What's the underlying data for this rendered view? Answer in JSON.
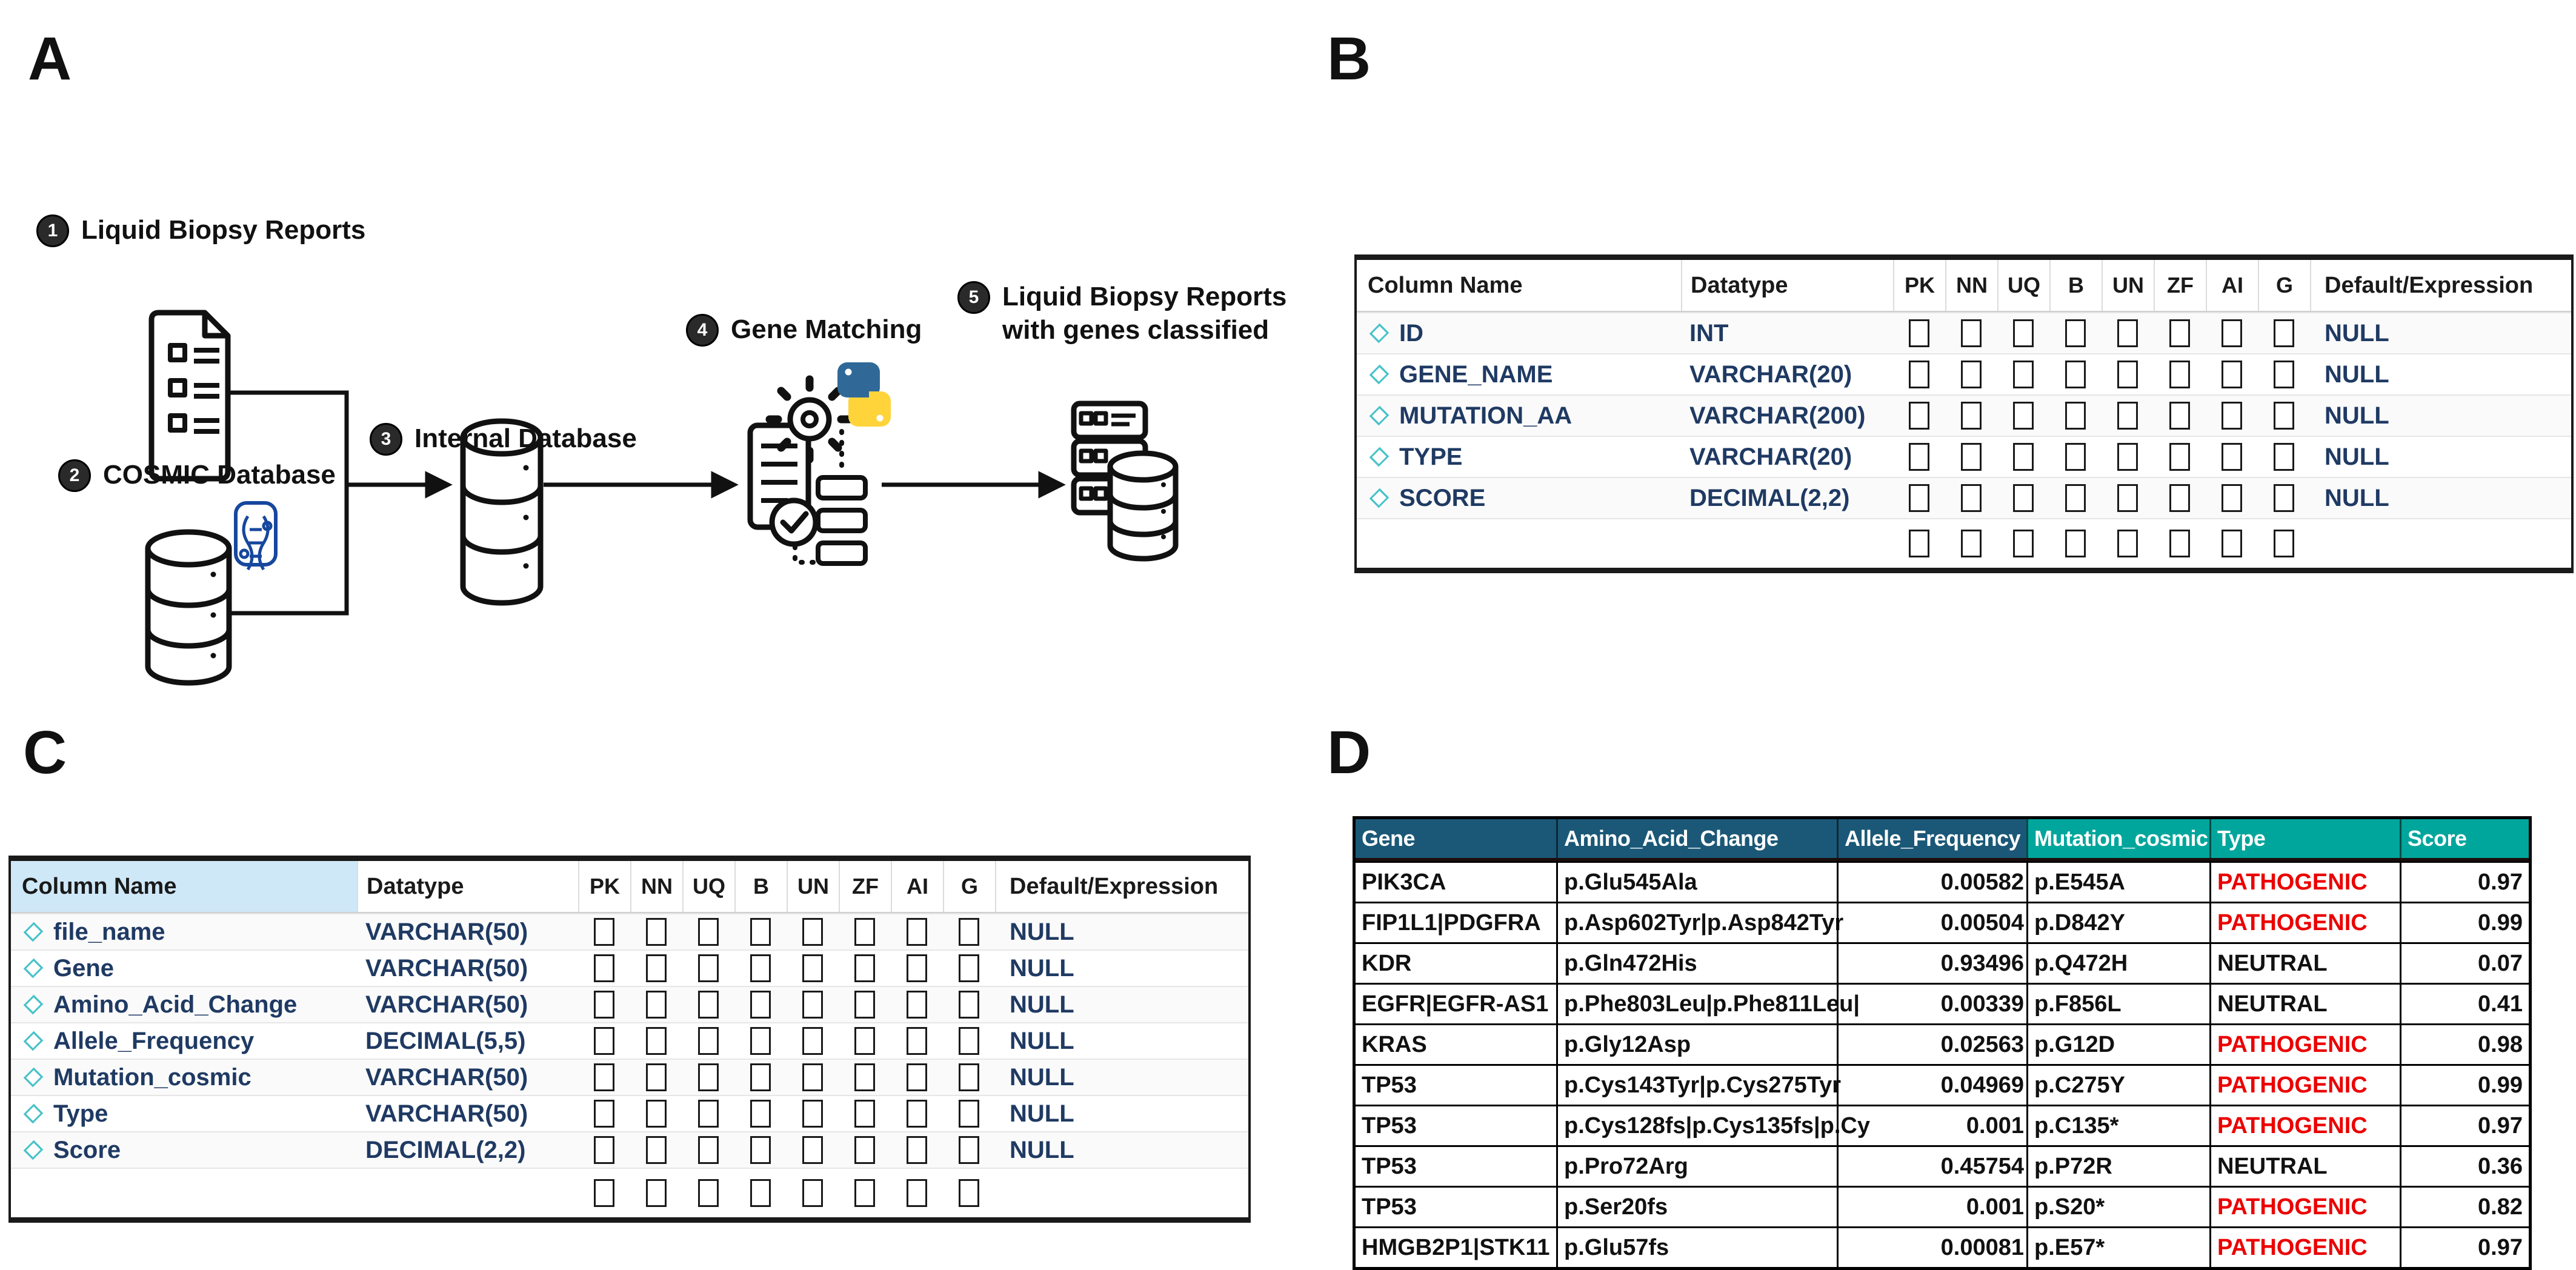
{
  "panel_labels": {
    "a": "A",
    "b": "B",
    "c": "C",
    "d": "D"
  },
  "diagram": {
    "step1_num": "1",
    "step1_label": "Liquid Biopsy Reports",
    "step2_num": "2",
    "step2_label": "COSMIC Database",
    "step3_num": "3",
    "step3_label": "Internal Database",
    "step4_num": "4",
    "step4_label": "Gene Matching",
    "step5_num": "5",
    "step5_label_line1": "Liquid Biopsy Reports",
    "step5_label_line2": "with genes classified",
    "icons": [
      "document-icon",
      "database-cylinder-icon",
      "dna-badge-icon",
      "gear-icon",
      "python-logo-icon",
      "check-circle-icon",
      "flowchart-icon",
      "server-stack-icon"
    ]
  },
  "schema_header": {
    "col_name": "Column Name",
    "datatype": "Datatype",
    "flags": [
      "PK",
      "NN",
      "UQ",
      "B",
      "UN",
      "ZF",
      "AI",
      "G"
    ],
    "default_expr": "Default/Expression"
  },
  "table_b": {
    "rows": [
      {
        "name": "ID",
        "datatype": "INT",
        "default": "NULL"
      },
      {
        "name": "GENE_NAME",
        "datatype": "VARCHAR(20)",
        "default": "NULL"
      },
      {
        "name": "MUTATION_AA",
        "datatype": "VARCHAR(200)",
        "default": "NULL"
      },
      {
        "name": "TYPE",
        "datatype": "VARCHAR(20)",
        "default": "NULL"
      },
      {
        "name": "SCORE",
        "datatype": "DECIMAL(2,2)",
        "default": "NULL"
      }
    ]
  },
  "table_c": {
    "rows": [
      {
        "name": "file_name",
        "datatype": "VARCHAR(50)",
        "default": "NULL"
      },
      {
        "name": "Gene",
        "datatype": "VARCHAR(50)",
        "default": "NULL"
      },
      {
        "name": "Amino_Acid_Change",
        "datatype": "VARCHAR(50)",
        "default": "NULL"
      },
      {
        "name": "Allele_Frequency",
        "datatype": "DECIMAL(5,5)",
        "default": "NULL"
      },
      {
        "name": "Mutation_cosmic",
        "datatype": "VARCHAR(50)",
        "default": "NULL"
      },
      {
        "name": "Type",
        "datatype": "VARCHAR(50)",
        "default": "NULL"
      },
      {
        "name": "Score",
        "datatype": "DECIMAL(2,2)",
        "default": "NULL"
      }
    ]
  },
  "table_d": {
    "headers": [
      "Gene",
      "Amino_Acid_Change",
      "Allele_Frequency",
      "Mutation_cosmic",
      "Type",
      "Score"
    ],
    "rows": [
      {
        "gene": "PIK3CA",
        "amino_acid_change": "p.Glu545Ala",
        "allele_frequency": "0.00582",
        "mutation_cosmic": "p.E545A",
        "type": "PATHOGENIC",
        "type_color": "#eb0000",
        "score": "0.97"
      },
      {
        "gene": "FIP1L1|PDGFRA",
        "amino_acid_change": "p.Asp602Tyr|p.Asp842Tyr",
        "allele_frequency": "0.00504",
        "mutation_cosmic": "p.D842Y",
        "type": "PATHOGENIC",
        "type_color": "#eb0000",
        "score": "0.99"
      },
      {
        "gene": "KDR",
        "amino_acid_change": "p.Gln472His",
        "allele_frequency": "0.93496",
        "mutation_cosmic": "p.Q472H",
        "type": "NEUTRAL",
        "type_color": "#111111",
        "score": "0.07"
      },
      {
        "gene": "EGFR|EGFR-AS1",
        "amino_acid_change": "p.Phe803Leu|p.Phe811Leu|",
        "allele_frequency": "0.00339",
        "mutation_cosmic": "p.F856L",
        "type": "NEUTRAL",
        "type_color": "#111111",
        "score": "0.41"
      },
      {
        "gene": "KRAS",
        "amino_acid_change": "p.Gly12Asp",
        "allele_frequency": "0.02563",
        "mutation_cosmic": "p.G12D",
        "type": "PATHOGENIC",
        "type_color": "#eb0000",
        "score": "0.98"
      },
      {
        "gene": "TP53",
        "amino_acid_change": "p.Cys143Tyr|p.Cys275Tyr",
        "allele_frequency": "0.04969",
        "mutation_cosmic": "p.C275Y",
        "type": "PATHOGENIC",
        "type_color": "#eb0000",
        "score": "0.99"
      },
      {
        "gene": "TP53",
        "amino_acid_change": "p.Cys128fs|p.Cys135fs|p.Cy",
        "allele_frequency": "0.001",
        "mutation_cosmic": "p.C135*",
        "type": "PATHOGENIC",
        "type_color": "#eb0000",
        "score": "0.97"
      },
      {
        "gene": "TP53",
        "amino_acid_change": "p.Pro72Arg",
        "allele_frequency": "0.45754",
        "mutation_cosmic": "p.P72R",
        "type": "NEUTRAL",
        "type_color": "#111111",
        "score": "0.36"
      },
      {
        "gene": "TP53",
        "amino_acid_change": "p.Ser20fs",
        "allele_frequency": "0.001",
        "mutation_cosmic": "p.S20*",
        "type": "PATHOGENIC",
        "type_color": "#eb0000",
        "score": "0.82"
      },
      {
        "gene": "HMGB2P1|STK11",
        "amino_acid_change": "p.Glu57fs",
        "allele_frequency": "0.00081",
        "mutation_cosmic": "p.E57*",
        "type": "PATHOGENIC",
        "type_color": "#eb0000",
        "score": "0.97"
      }
    ]
  },
  "colors": {
    "header_navy": "#1b5877",
    "header_teal": "#00a69c",
    "pathogenic_red": "#eb0000",
    "neutral_black": "#111111",
    "diamond_teal": "#49c2c9",
    "value_navy": "#1f3a63",
    "python_blue": "#306998",
    "python_yellow": "#ffd43b",
    "dna_badge_blue": "#17479e"
  }
}
